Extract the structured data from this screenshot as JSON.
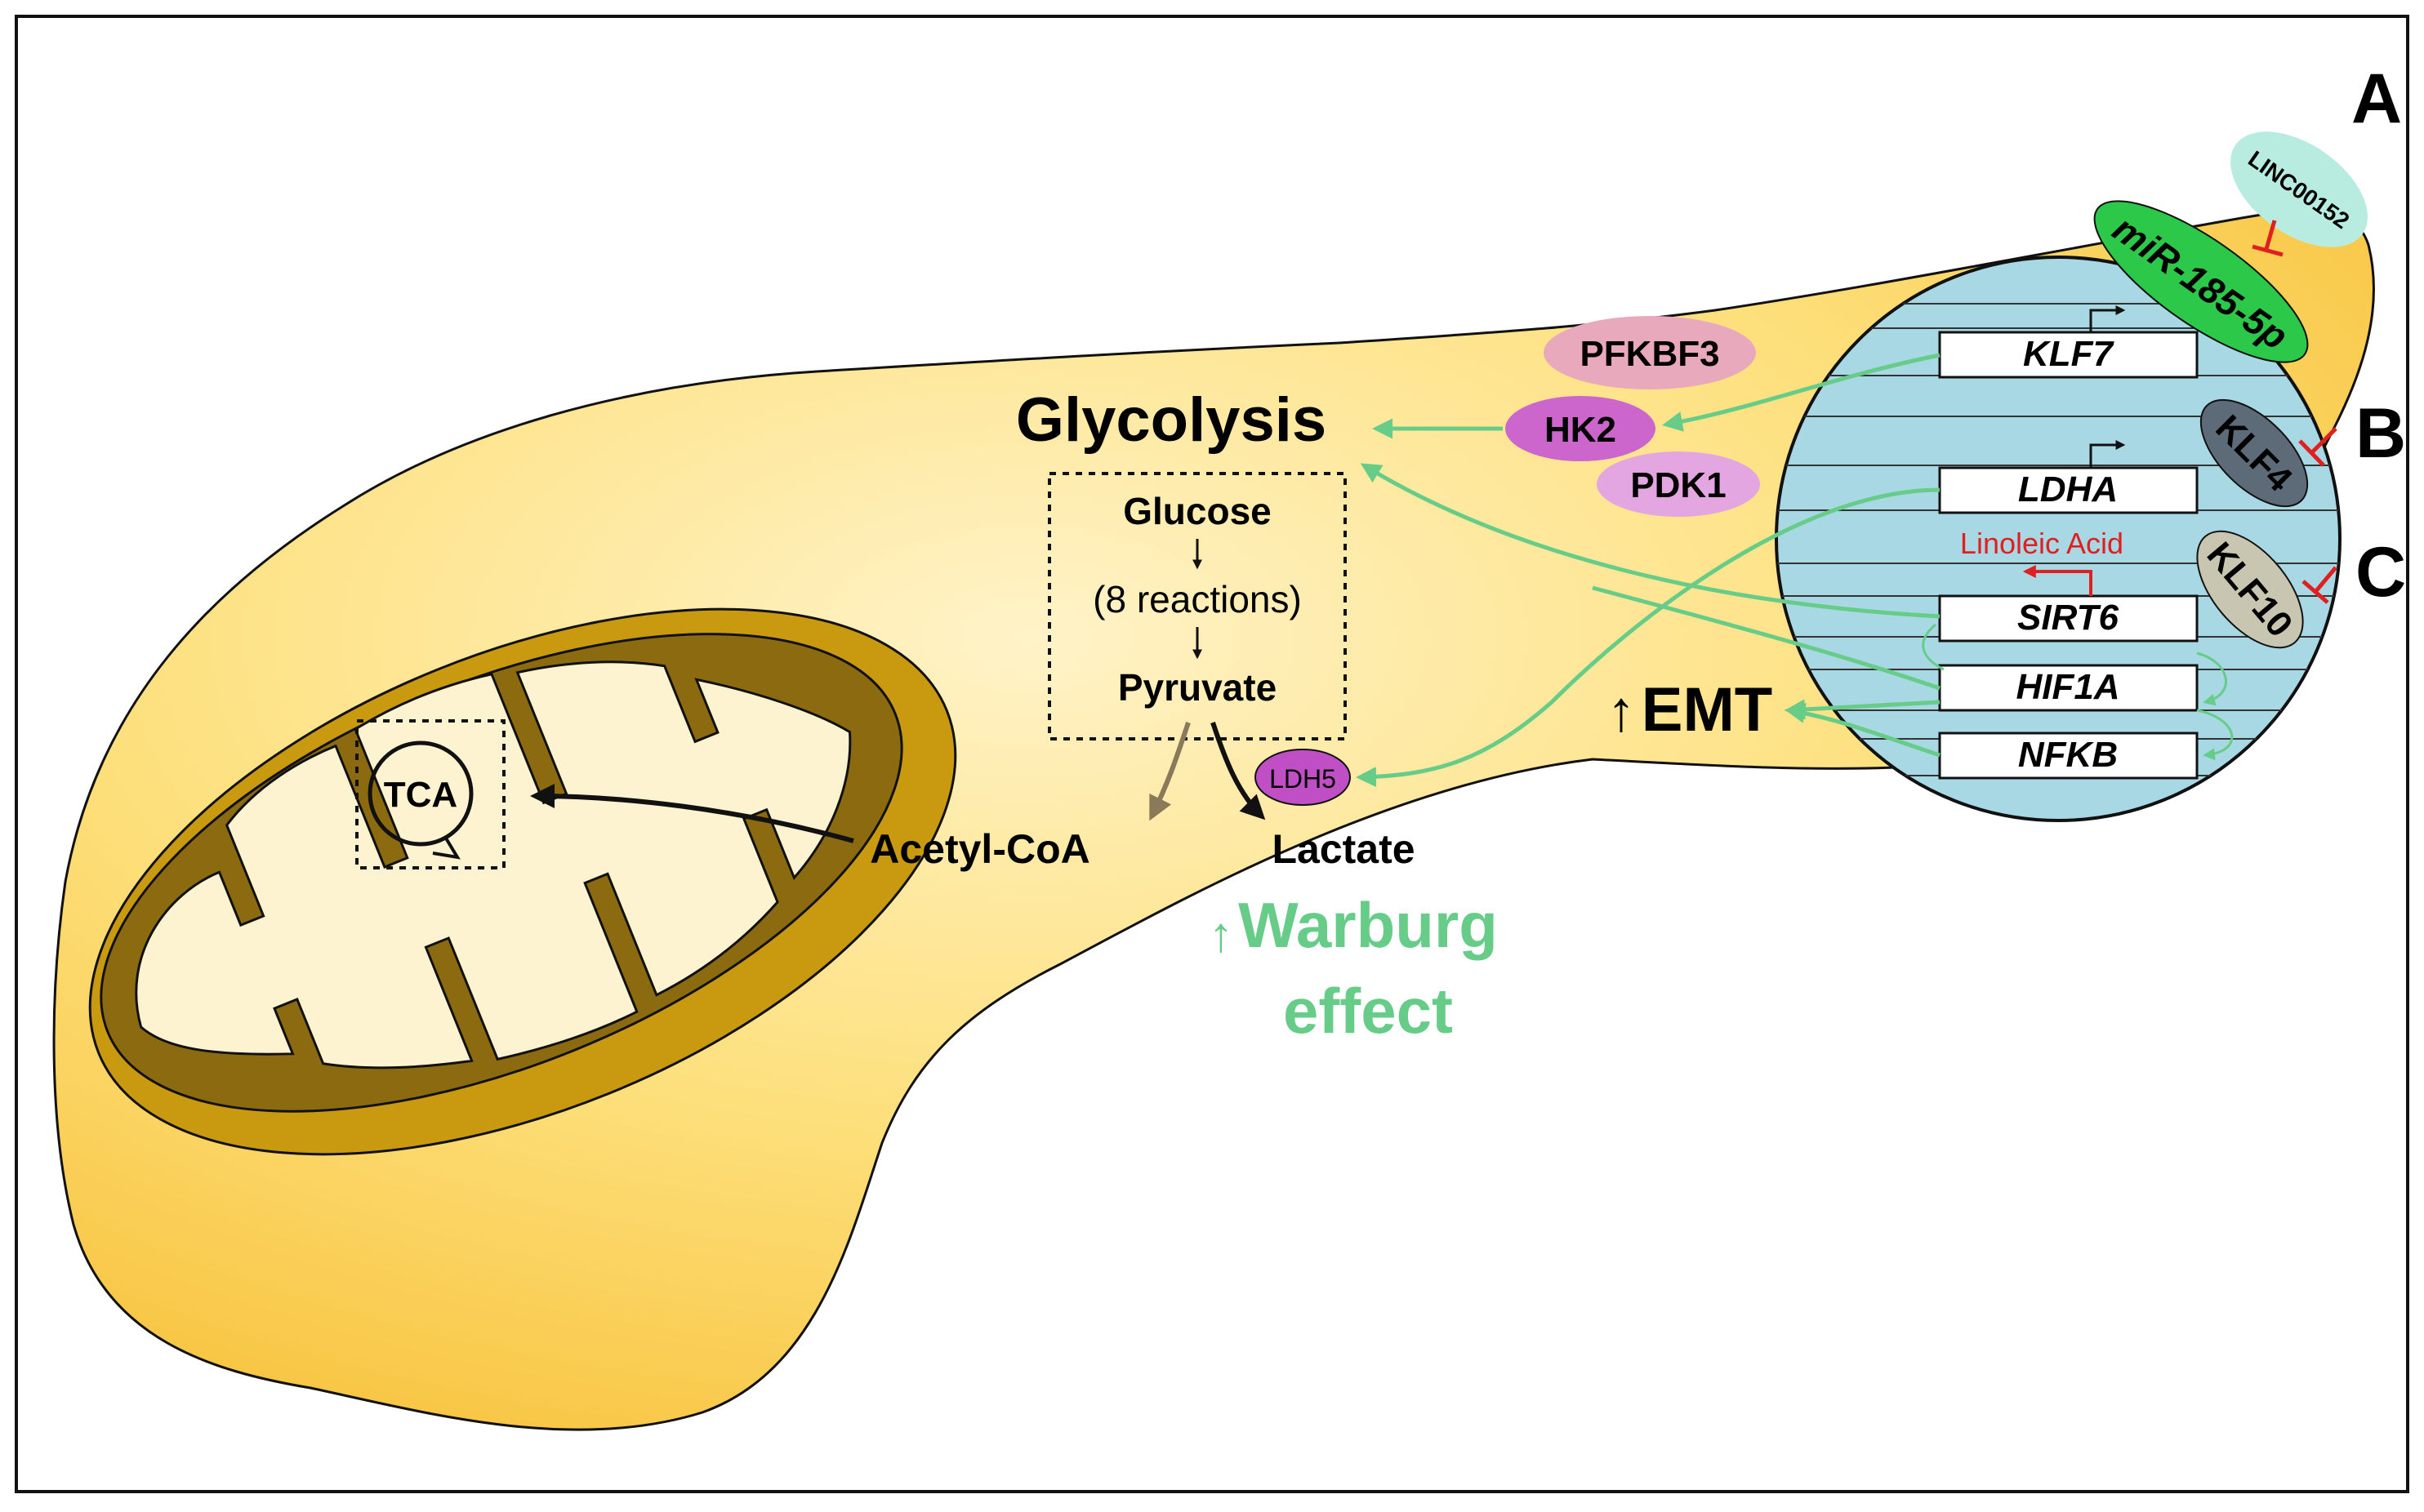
{
  "panel_letters": {
    "a": "A",
    "b": "B",
    "c": "C"
  },
  "rnas": {
    "linc": "LINC00152",
    "mir": "miR-185-5p"
  },
  "transcription_factors": {
    "klf4": "KLF4",
    "klf10": "KLF10"
  },
  "genes": {
    "klf7": "KLF7",
    "ldha": "LDHA",
    "sirt6": "SIRT6",
    "hif1a": "HIF1A",
    "nfkb": "NFKB"
  },
  "regulator": {
    "linoleic_acid": "Linoleic Acid"
  },
  "enzymes": {
    "pfkbf3": "PFKBF3",
    "hk2": "HK2",
    "pdk1": "PDK1",
    "ldh5": "LDH5"
  },
  "pathway": {
    "glycolysis": "Glycolysis",
    "glucose": "Glucose",
    "reactions": "(8 reactions)",
    "pyruvate": "Pyruvate",
    "acetyl_coa": "Acetyl-CoA",
    "lactate": "Lactate",
    "tca": "TCA"
  },
  "outcomes": {
    "emt": "EMT",
    "up_arrow": "↑",
    "warburg_line1": "Warburg",
    "warburg_line2": "effect"
  },
  "colors": {
    "cell_fill": "#fdd86a",
    "cell_fill_light": "#fde9a8",
    "nucleus": "#a8d8e4",
    "mito_outer": "#c99a10",
    "mito_inner": "#8c6b10",
    "green_arrow": "#66cc88",
    "linc": "#b8ece0",
    "mir": "#2cc84a",
    "klf4": "#5d6b78",
    "klf10": "#c8c6b0",
    "pfkbf3": "#e9a9bd",
    "hk2": "#cc66cc",
    "pdk1": "#e4a6e0",
    "ldh5": "#c04fc6",
    "inhibit": "#e02020"
  }
}
